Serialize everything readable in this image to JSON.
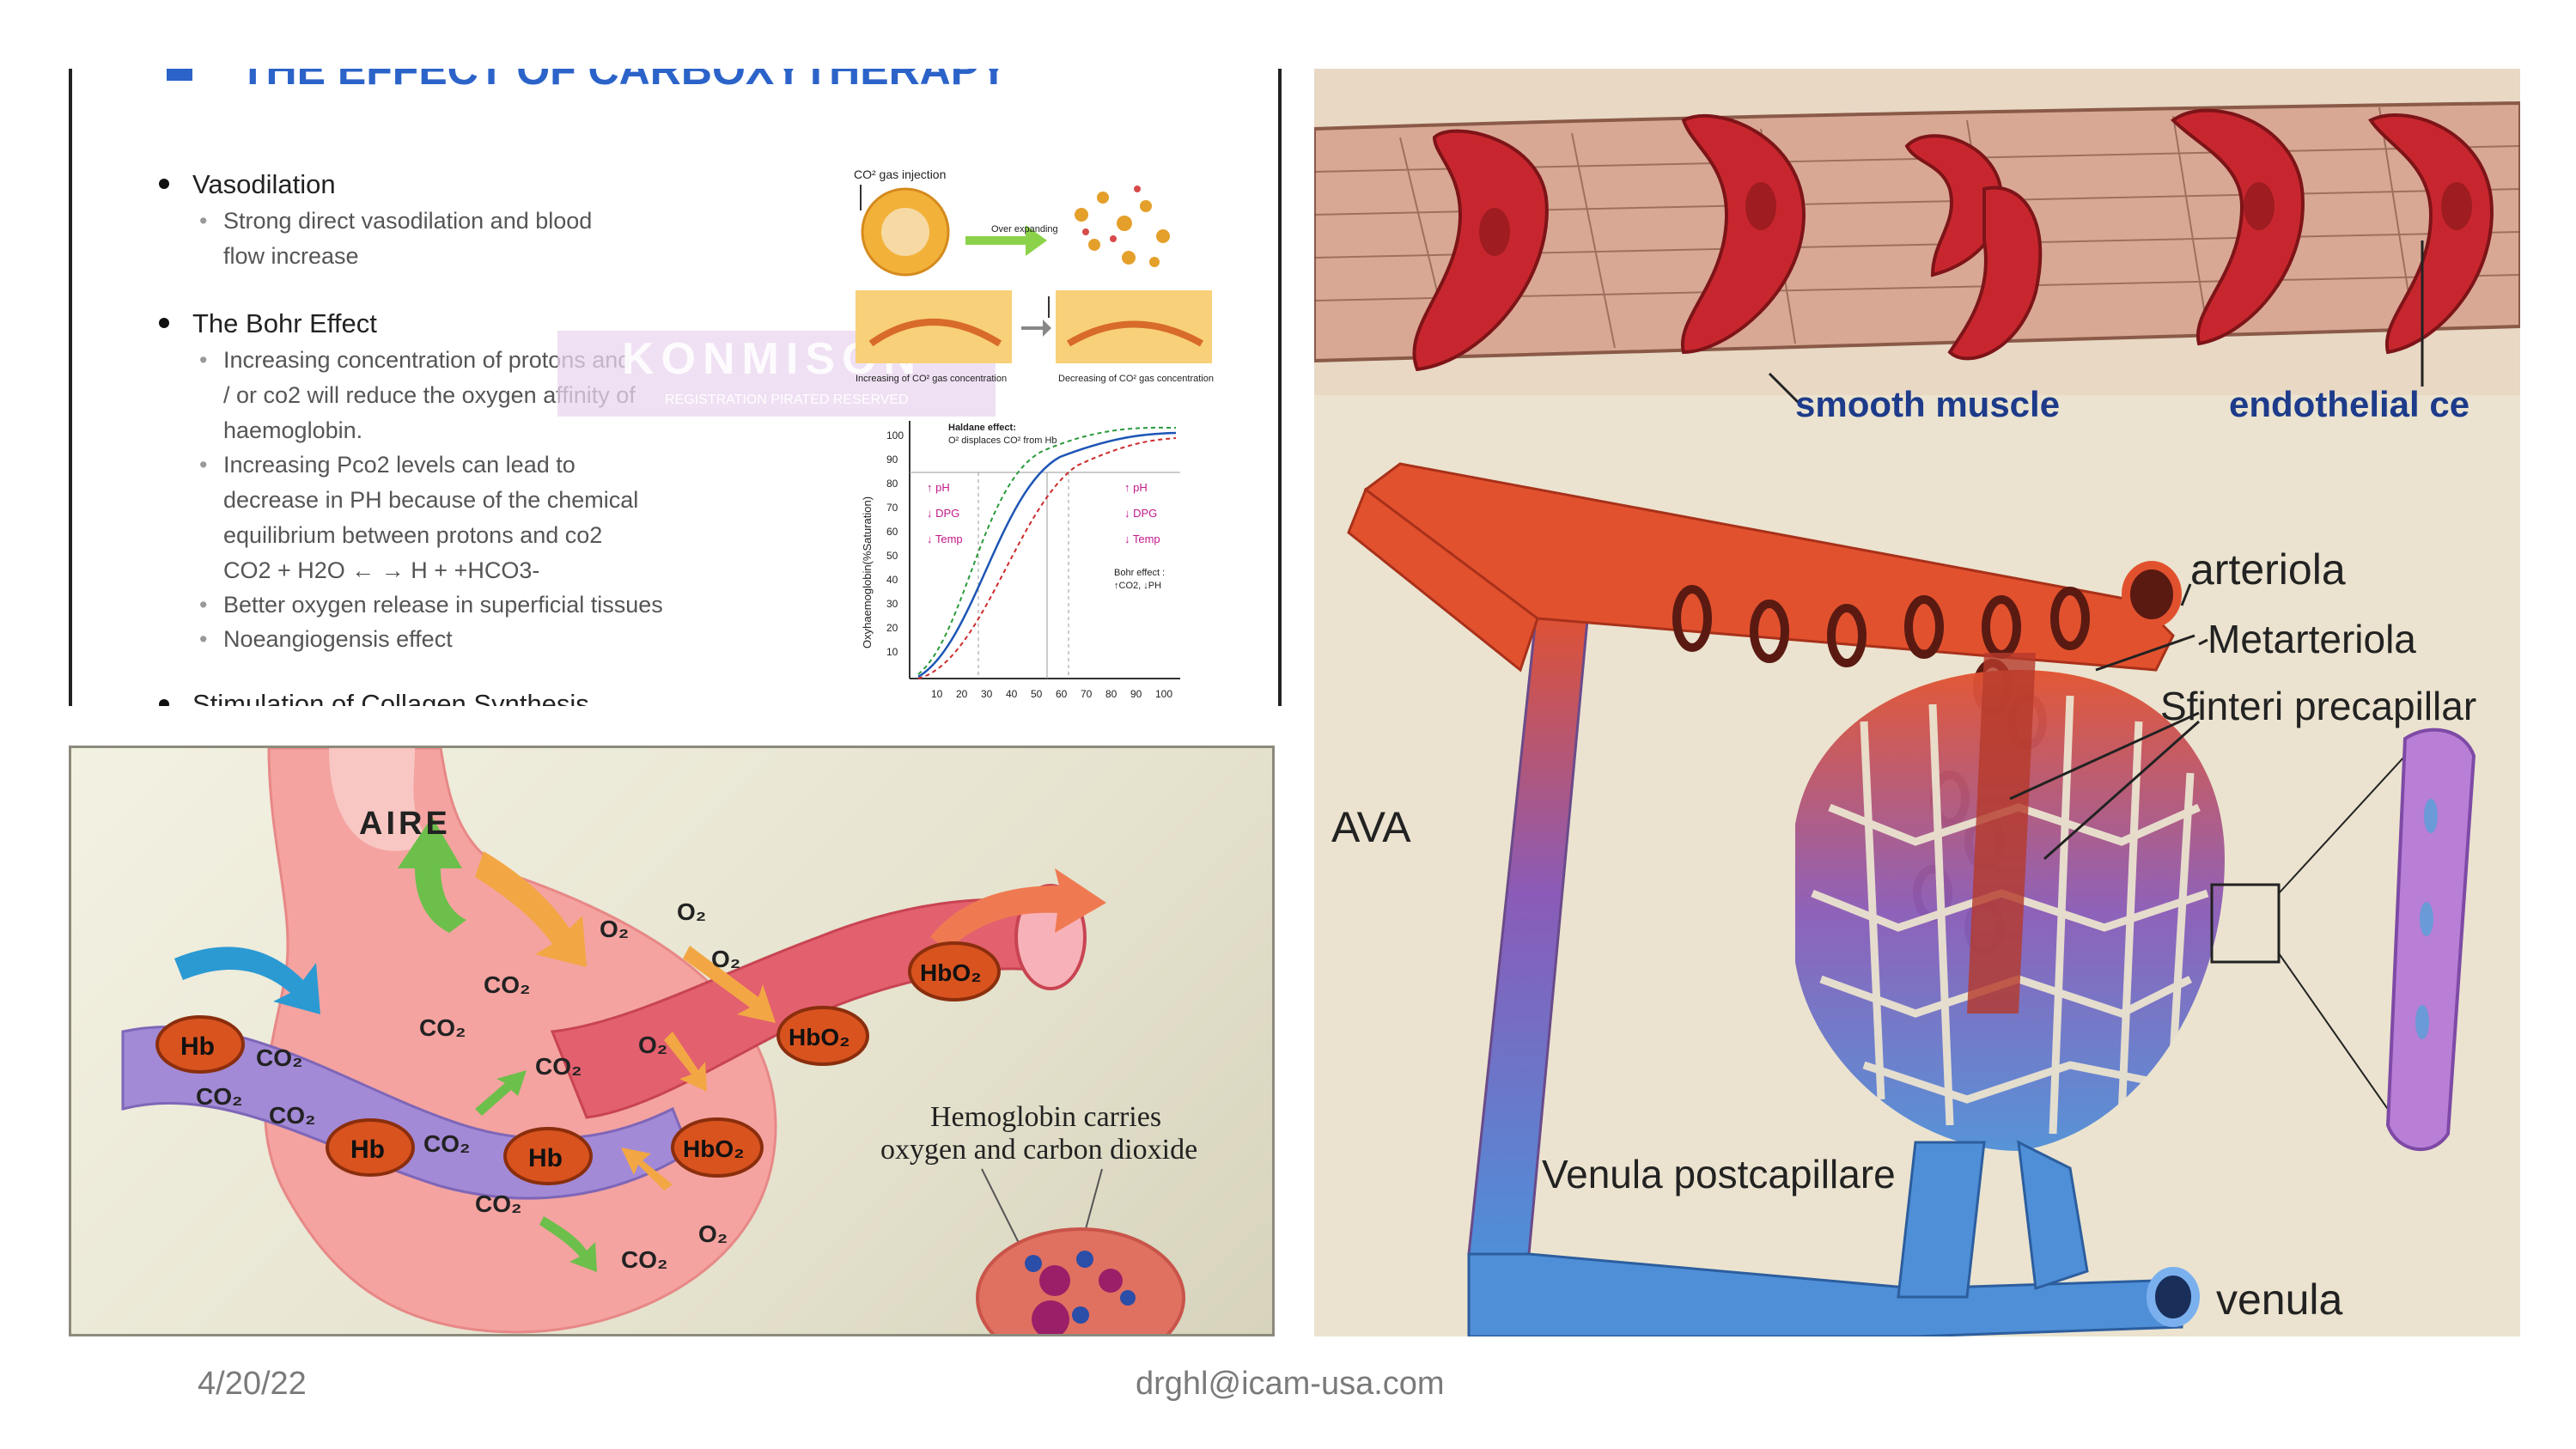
{
  "slide": {
    "date": "4/20/22",
    "email": "drghl@icam-usa.com"
  },
  "text_panel": {
    "title": "THE EFFECT OF CARBOXYTHERAPY",
    "sections": [
      {
        "heading": "Vasodilation",
        "items": [
          "Strong direct vasodilation and blood",
          "flow  increase"
        ]
      },
      {
        "heading": "The Bohr Effect",
        "items": [
          "Increasing concentration of protons and",
          "/ or co2 will reduce the oxygen affinity of",
          "haemoglobin.",
          "Increasing Pco2 levels can lead to",
          "decrease in PH because of the chemical",
          "equilibrium between protons and co2",
          "CO2 + H2O ←  →  H + +HCO3-",
          "Better oxygen release in superficial tissues",
          "Noeangiogensis effect"
        ]
      },
      {
        "heading": "Stimulation of Collagen Synthesis",
        "items": []
      }
    ],
    "watermark": "KONMISON",
    "watermark_sub": "REGISTRATION PIRATED RESERVED",
    "figure": {
      "injection_label": "CO² gas injection",
      "over_expanding": "Over expanding",
      "caption_left": "Increasing of CO² gas concentration",
      "caption_right": "Decreasing of CO² gas concentration",
      "haldane_title": "Haldane effect:",
      "haldane_text": "O² displaces CO² from Hb",
      "left_arrows": [
        "↑ pH",
        "↓ DPG",
        "↓ Temp"
      ],
      "right_arrows": [
        "↑ pH",
        "↓ DPG",
        "↓ Temp"
      ],
      "bohr_title": "Bohr effect :",
      "bohr_text": "↑CO2, ↓PH",
      "ylabel": "Oxyhaemoglobin(%Saturation)",
      "y_ticks": [
        "10",
        "20",
        "30",
        "40",
        "50",
        "60",
        "70",
        "80",
        "90",
        "100"
      ],
      "x_ticks": [
        "10",
        "20",
        "30",
        "40",
        "50",
        "60",
        "70",
        "80",
        "90",
        "100"
      ]
    }
  },
  "hemoglobin_panel": {
    "aire": "AIRE",
    "o2": "O₂",
    "co2": "CO₂",
    "hb": "Hb",
    "hbo2": "HbO₂",
    "caption_line1": "Hemoglobin carries",
    "caption_line2": "oxygen and carbon dioxide",
    "colors": {
      "vein": "#a38ad6",
      "artery": "#e3606e",
      "alveolus": "#f4a3a0",
      "hb": "#d9531f"
    }
  },
  "microcirculation_panel": {
    "labels": {
      "smooth_muscle": "smooth muscle",
      "endothelial": "endothelial ce",
      "arteriola": "arteriola",
      "metarteriola": "Metarteriola",
      "sfinteri": "Sfinteri precapillar",
      "ava": "AVA",
      "venula_post": "Venula postcapillare",
      "venula": "venula"
    },
    "colors": {
      "background": "#ebe3cf",
      "artery": "#e2512e",
      "vein": "#4f8fd8",
      "mixed": "#8a5bb8",
      "rbc": "#c8262e"
    }
  }
}
